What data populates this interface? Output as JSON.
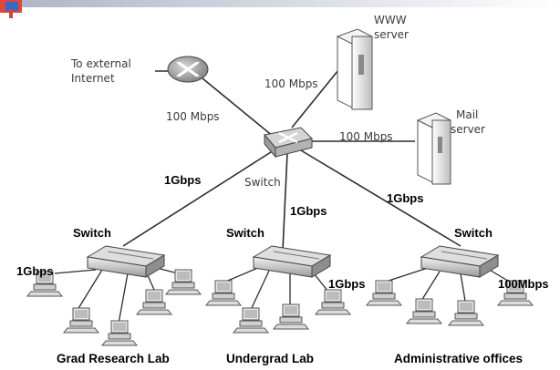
{
  "labels": {
    "external_internet": "To external Internet",
    "external_line1": "To external",
    "external_line2": "Internet",
    "www_line1": "WWW",
    "www_line2": "server",
    "mail_line1": "Mail",
    "mail_line2": "server",
    "switch_core": "Switch",
    "speed_router_link": "100 Mbps",
    "speed_www_link": "100 Mbps",
    "speed_mail_link": "100 Mbps",
    "speed_left_uplink": "1Gbps",
    "speed_mid_uplink": "1Gbps",
    "speed_right_uplink": "1Gbps",
    "switch_left": "Switch",
    "switch_mid": "Switch",
    "switch_right": "Switch",
    "speed_left_hosts": "1Gbps",
    "speed_mid_hosts": "1Gbps",
    "speed_right_hosts": "100Mbps",
    "lab_left": "Grad Research Lab",
    "lab_mid": "Undergrad Lab",
    "lab_right": "Administrative offices"
  },
  "colors": {
    "accent_red": "#e0463c",
    "accent_blue": "#3b67c9",
    "line": "#2d2d2d"
  },
  "icons": [
    "router-icon",
    "core-switch-icon",
    "server-icon",
    "switch-icon",
    "workstation-icon"
  ]
}
